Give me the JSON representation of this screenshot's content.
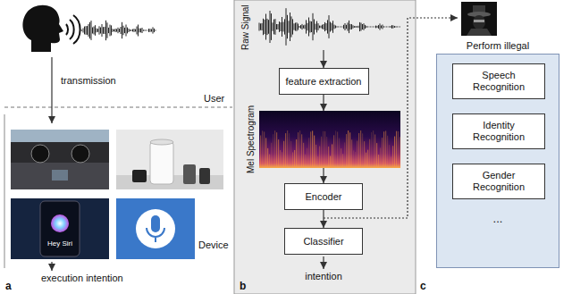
{
  "diagram": {
    "nodes": [
      {
        "text": [
          "Raw Signal"
        ]
      },
      {
        "text": [
          "feature extraction"
        ]
      },
      {
        "text": [
          "Mel Spectrogram"
        ]
      },
      {
        "text": [
          "Encoder"
        ]
      },
      {
        "text": [
          "Classifier"
        ]
      },
      {
        "text": [
          "Perform illegal",
          "..."
        ]
      },
      {
        "text": [
          "Speech Recognition"
        ],
        "in": 5
      },
      {
        "text": [
          "Identity Recognition"
        ],
        "in": 5
      },
      {
        "text": [
          "Gender Recognition"
        ],
        "in": 5
      }
    ],
    "edges": [
      {
        "from": 0,
        "to": 1,
        "arrow": "to"
      },
      {
        "from": 1,
        "to": 2,
        "arrow": "to"
      },
      {
        "from": 2,
        "to": 3,
        "arrow": "to"
      },
      {
        "from": 3,
        "to": 4,
        "arrow": "to"
      }
    ],
    "labels": [
      "transmission",
      "User",
      "Hey Siri",
      "Device",
      "execution intention",
      "intention",
      "a",
      "b",
      "c"
    ]
  }
}
